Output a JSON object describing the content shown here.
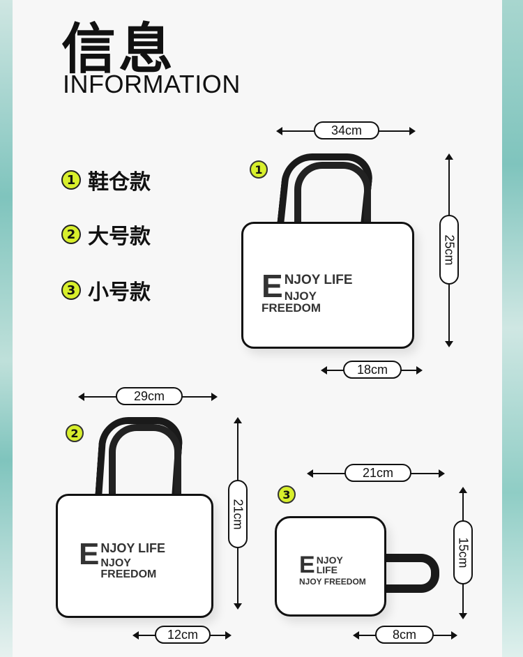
{
  "header": {
    "title_cn": "信息",
    "title_en": "INFORMATION"
  },
  "legend": [
    {
      "num": "1",
      "label": "鞋仓款"
    },
    {
      "num": "2",
      "label": "大号款"
    },
    {
      "num": "3",
      "label": "小号款"
    }
  ],
  "bag1": {
    "num": "1",
    "width": "34cm",
    "height": "25cm",
    "depth": "18cm",
    "brand_line1": "NJOY LIFE",
    "brand_line2": "NJOY FREEDOM",
    "brand_initial": "E"
  },
  "bag2": {
    "num": "2",
    "width": "29cm",
    "height": "21cm",
    "depth": "12cm",
    "brand_line1": "NJOY LIFE",
    "brand_line2": "NJOY FREEDOM",
    "brand_initial": "E"
  },
  "bag3": {
    "num": "3",
    "width": "21cm",
    "height": "15cm",
    "depth": "8cm",
    "brand_line1": "NJOY LIFE",
    "brand_line2": "NJOY FREEDOM",
    "brand_initial": "E"
  },
  "colors": {
    "badge": "#d8ef2c",
    "accent_teal": "#7fc4bd",
    "ink": "#111111"
  }
}
